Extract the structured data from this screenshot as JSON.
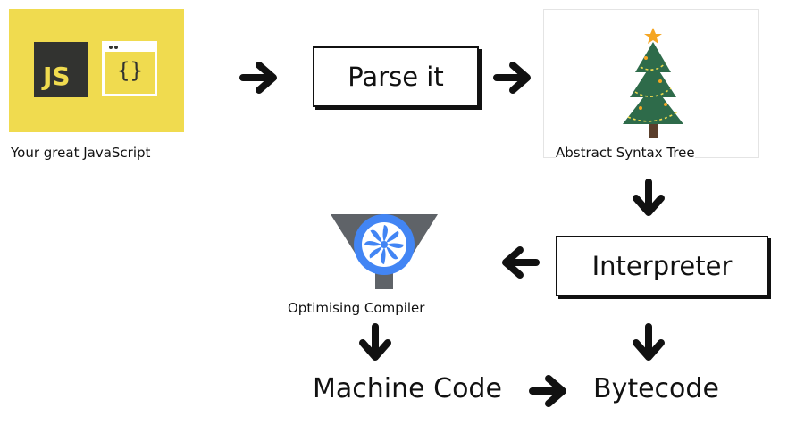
{
  "js_logo": {
    "bg_color": "#f0db4f",
    "badge_text": "JS",
    "editor_text": "{}",
    "caption": "Your great JavaScript"
  },
  "parse_box": {
    "label": "Parse it"
  },
  "ast": {
    "caption": "Abstract Syntax Tree",
    "star_color": "#f5a623",
    "tree_color": "#2e6b4a"
  },
  "interpreter_box": {
    "label": "Interpreter"
  },
  "compiler": {
    "caption": "Optimising Compiler",
    "fan_color": "#4285f4"
  },
  "outputs": {
    "machine_code": "Machine Code",
    "bytecode": "Bytecode"
  },
  "icons": {
    "arrows": [
      "arrow-right-icon",
      "arrow-down-icon",
      "arrow-left-icon"
    ],
    "logo": "javascript-logo-icon",
    "tree": "christmas-tree-icon",
    "compiler": "fan-funnel-icon"
  }
}
